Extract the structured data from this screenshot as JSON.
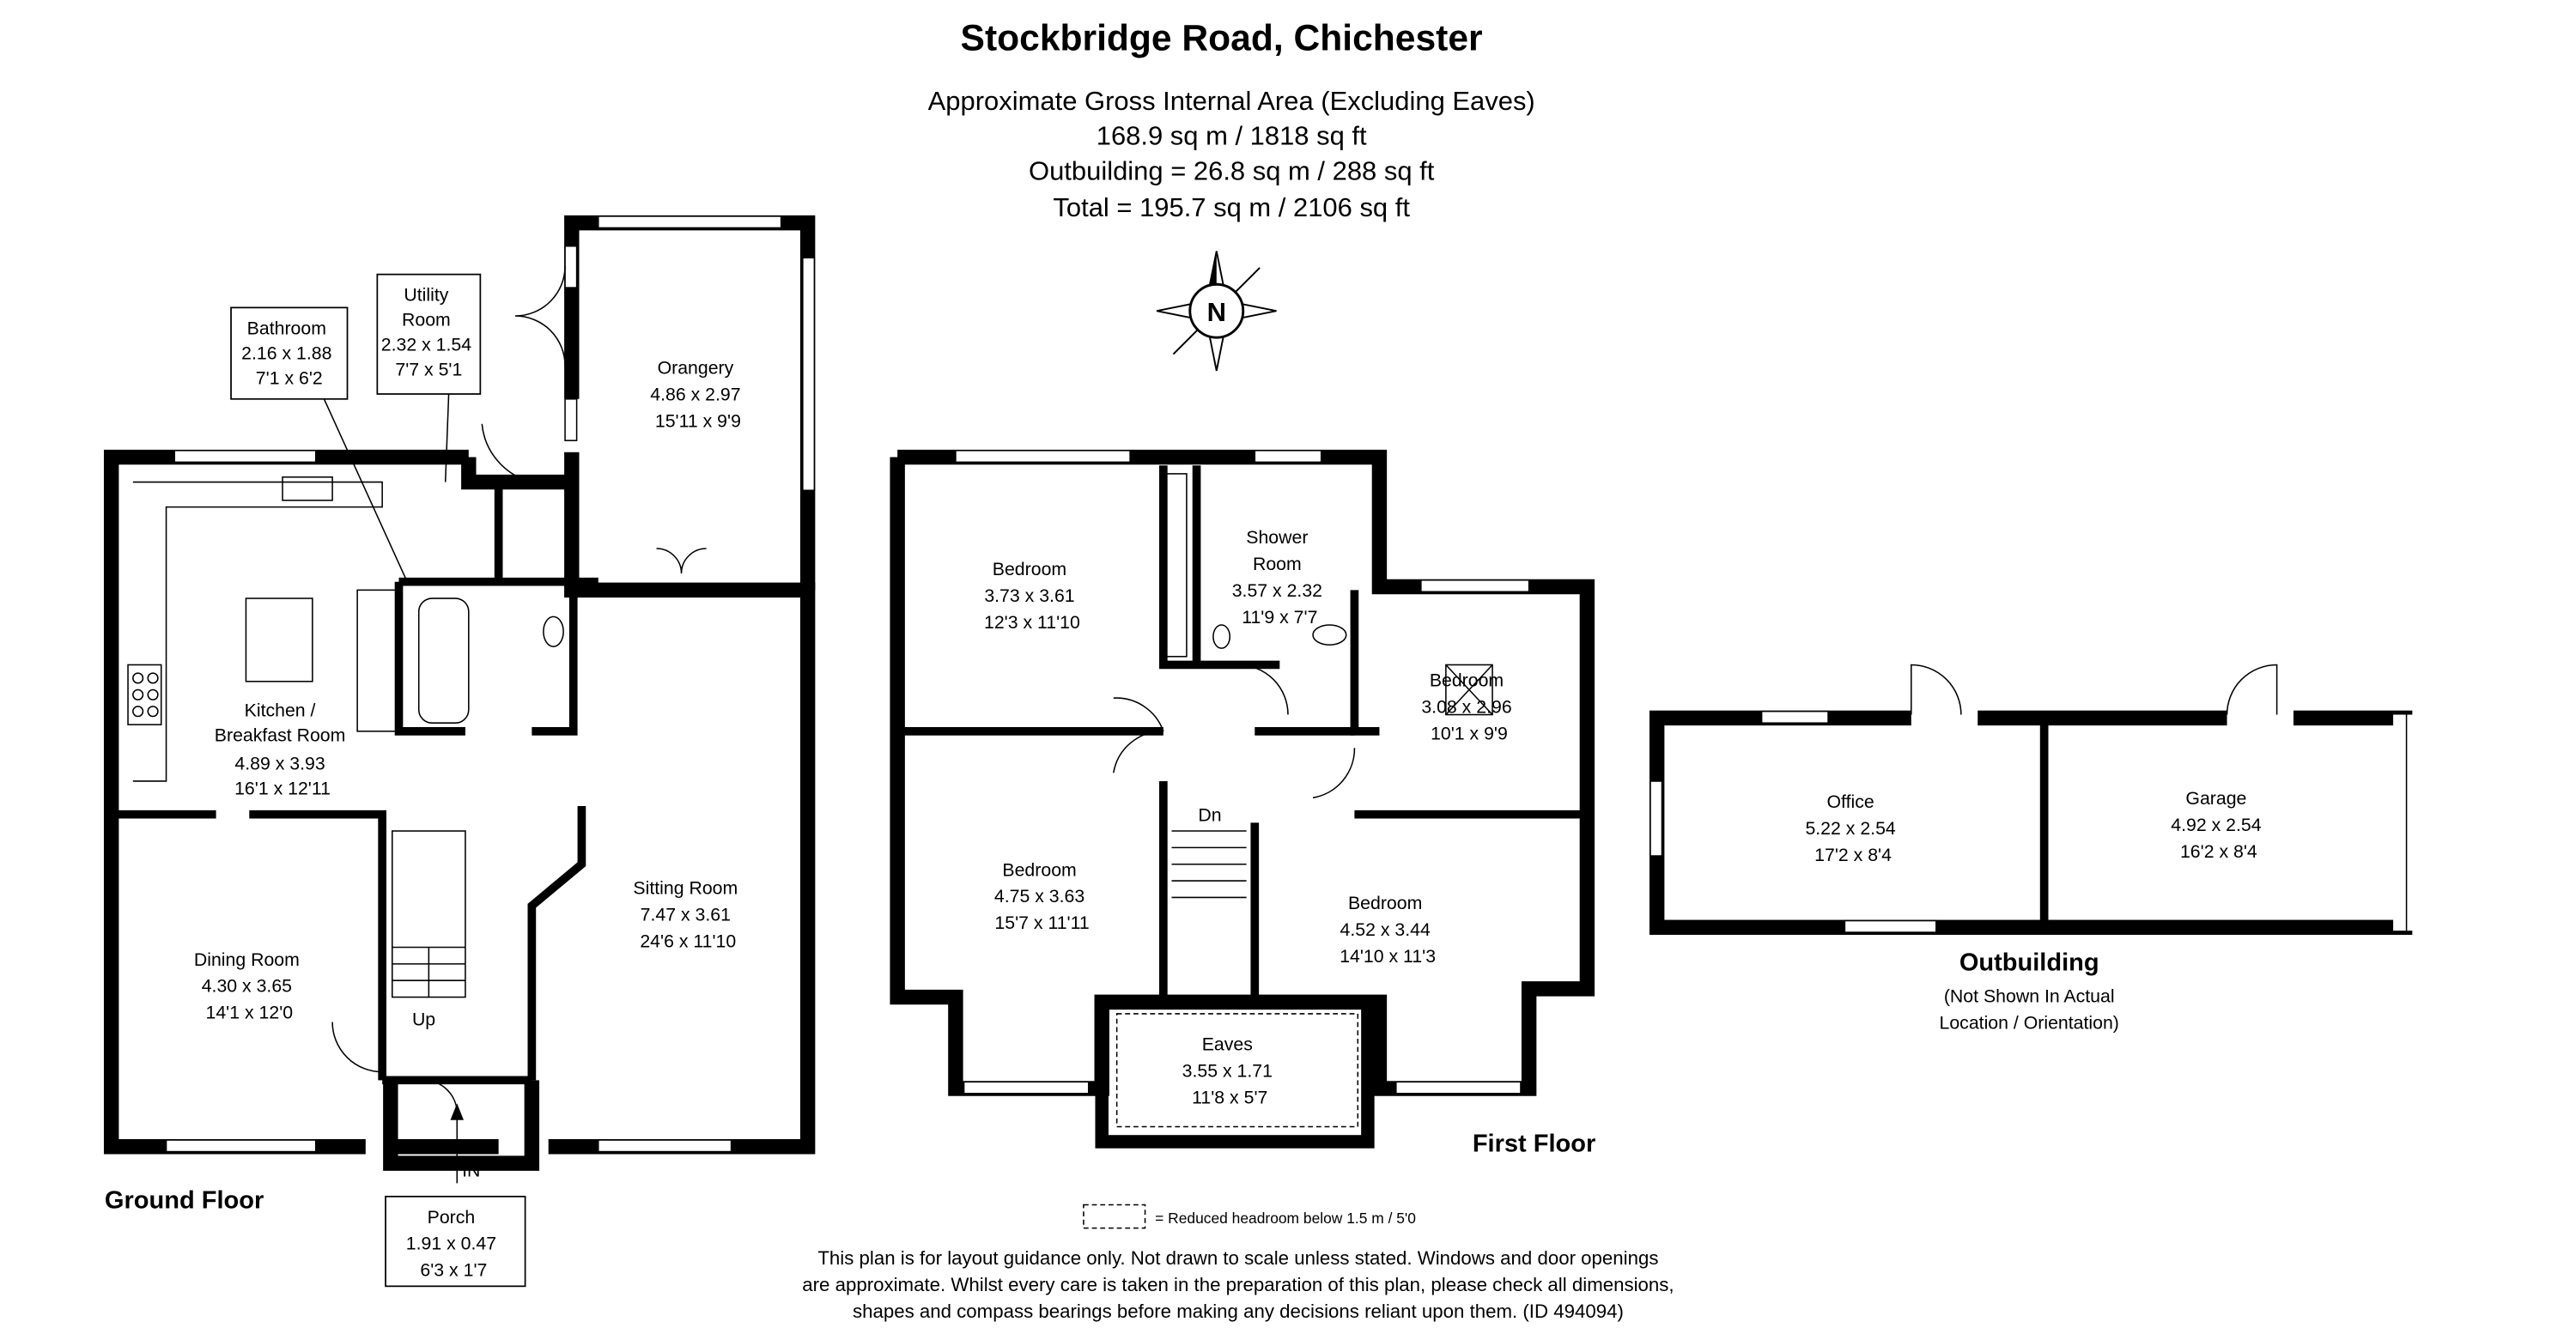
{
  "header": {
    "title": "Stockbridge Road, Chichester",
    "lines": [
      "Approximate Gross Internal Area (Excluding Eaves)",
      "168.9 sq m / 1818 sq ft",
      "Outbuilding = 26.8 sq m / 288 sq ft",
      "Total = 195.7 sq m / 2106 sq ft"
    ]
  },
  "compass": {
    "label": "N"
  },
  "ground_floor": {
    "label": "Ground Floor",
    "rooms": [
      {
        "name": "Bathroom",
        "metric": "2.16 x 1.88",
        "imperial": "7'1 x 6'2"
      },
      {
        "name": "Utility",
        "name2": "Room",
        "metric": "2.32 x 1.54",
        "imperial": "7'7 x 5'1"
      },
      {
        "name": "Orangery",
        "metric": "4.86 x 2.97",
        "imperial": "15'11 x 9'9"
      },
      {
        "name": "Kitchen /",
        "name2": "Breakfast Room",
        "metric": "4.89 x 3.93",
        "imperial": "16'1 x 12'11"
      },
      {
        "name": "Sitting Room",
        "metric": "7.47 x 3.61",
        "imperial": "24'6 x 11'10"
      },
      {
        "name": "Dining Room",
        "metric": "4.30 x 3.65",
        "imperial": "14'1 x 12'0"
      },
      {
        "name": "Porch",
        "metric": "1.91 x 0.47",
        "imperial": "6'3 x 1'7"
      }
    ],
    "stairs_label": "Up",
    "entrance_label": "IN"
  },
  "first_floor": {
    "label": "First Floor",
    "rooms": [
      {
        "name": "Bedroom",
        "metric": "3.73 x 3.61",
        "imperial": "12'3 x 11'10"
      },
      {
        "name": "Shower",
        "name2": "Room",
        "metric": "3.57 x 2.32",
        "imperial": "11'9 x 7'7"
      },
      {
        "name": "Bedroom",
        "metric": "3.08 x 2.96",
        "imperial": "10'1 x 9'9"
      },
      {
        "name": "Bedroom",
        "metric": "4.75 x 3.63",
        "imperial": "15'7 x 11'11"
      },
      {
        "name": "Bedroom",
        "metric": "4.52 x 3.44",
        "imperial": "14'10 x 11'3"
      },
      {
        "name": "Eaves",
        "metric": "3.55 x 1.71",
        "imperial": "11'8 x 5'7"
      }
    ],
    "stairs_label": "Dn"
  },
  "outbuilding": {
    "label": "Outbuilding",
    "note1": "(Not Shown In Actual",
    "note2": "Location / Orientation)",
    "rooms": [
      {
        "name": "Office",
        "metric": "5.22 x 2.54",
        "imperial": "17'2 x 8'4"
      },
      {
        "name": "Garage",
        "metric": "4.92 x 2.54",
        "imperial": "16'2 x 8'4"
      }
    ]
  },
  "legend": {
    "text": "= Reduced headroom below 1.5 m / 5'0"
  },
  "disclaimer": [
    "This plan is for layout guidance only. Not drawn to scale unless stated. Windows and door openings",
    "are approximate. Whilst every care is taken in the preparation of this plan, please check all dimensions,",
    "shapes and compass bearings before making any decisions reliant upon them. (ID 494094)"
  ]
}
